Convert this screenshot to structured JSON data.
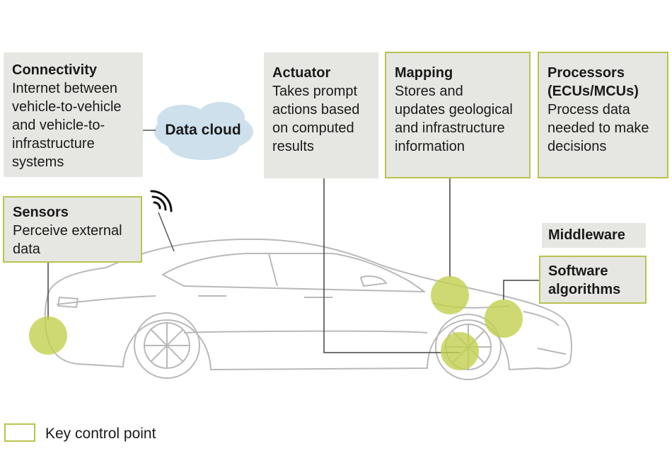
{
  "colors": {
    "box_fill": "#e6e7e2",
    "key_border": "#b9c34f",
    "control_point": "#c3cf4d",
    "cloud": "#cde0ec",
    "car_line": "#b9b9b9"
  },
  "boxes": {
    "connectivity": {
      "title": "Connectivity",
      "desc": "Internet between\nvehicle-to-vehicle\nand vehicle-to-\ninfrastructure\nsystems",
      "key_control_point": false
    },
    "actuator": {
      "title": "Actuator",
      "desc": "Takes prompt\nactions based\non computed\nresults",
      "key_control_point": false
    },
    "mapping": {
      "title": "Mapping",
      "desc": "Stores and\nupdates geological\nand infrastructure\ninformation",
      "key_control_point": true
    },
    "processors": {
      "title": "Processors\n(ECUs/MCUs)",
      "desc": "Process data\nneeded to make\ndecisions",
      "key_control_point": true
    },
    "sensors": {
      "title": "Sensors",
      "desc": "Perceive external\ndata",
      "key_control_point": true
    },
    "middleware": {
      "title": "Middleware",
      "key_control_point": false
    },
    "software": {
      "title": "Software\nalgorithms",
      "key_control_point": true
    }
  },
  "cloud": {
    "label": "Data cloud",
    "icon": "cloud-icon"
  },
  "antenna": {
    "icon": "wifi-signal-icon"
  },
  "legend": {
    "label": "Key control point"
  }
}
